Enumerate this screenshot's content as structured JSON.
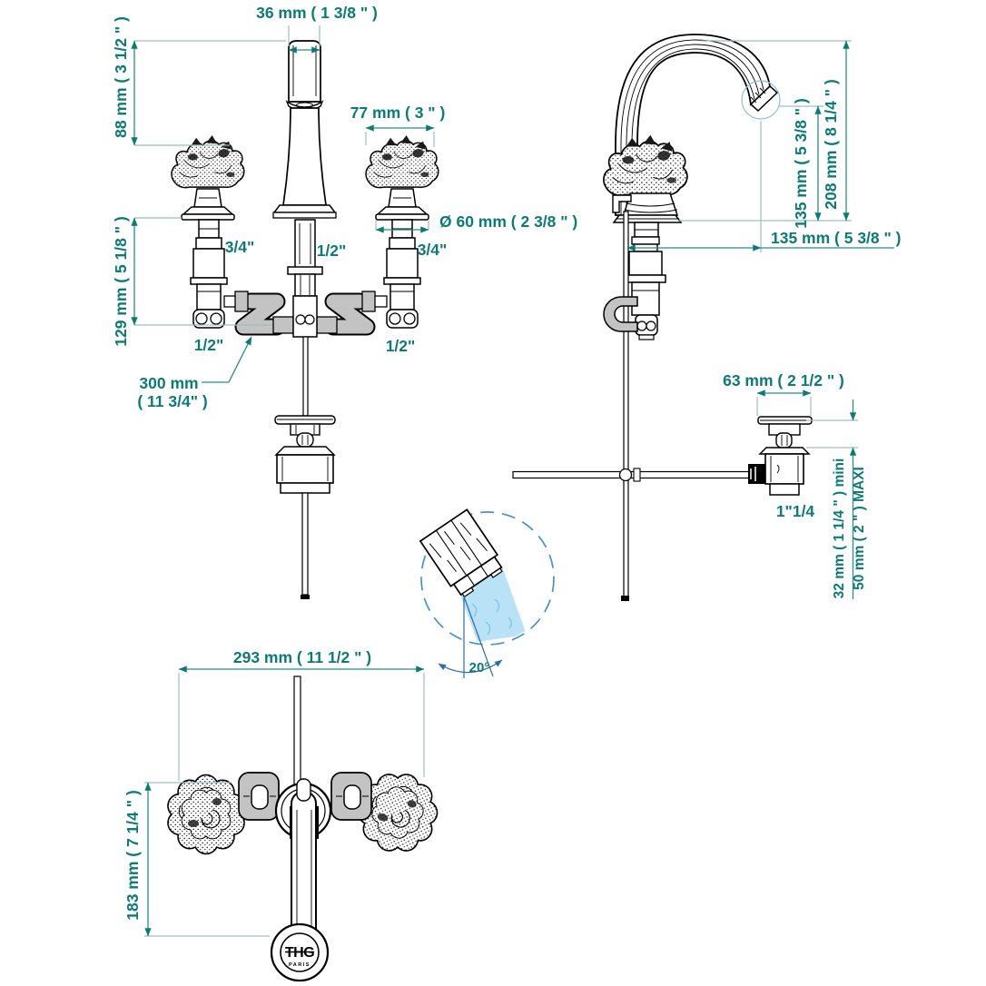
{
  "colors": {
    "dimension_text": "#0D7B75",
    "dimension_line": "#2E8C86",
    "extension_line": "#9DBFBD",
    "drawing_line": "#000000",
    "fitting_gray": "#C3C3C3",
    "water_fill": "#B9E2F6",
    "water_line": "#7FC4EA",
    "detail_circle_blue": "#4A90C8"
  },
  "front_view": {
    "dim_spout_width": "36 mm ( 1 3/8 \" )",
    "dim_spout_height": "88 mm ( 3 1/2 \" )",
    "dim_handle_width": "77 mm ( 3 \" )",
    "dim_escutcheon_diameter": "Ø 60 mm ( 2 3/8 \" )",
    "dim_underbody_height": "129 mm ( 5 1/8 \" )",
    "hose_length_line1": "300 mm",
    "hose_length_line2": "( 11 3/4\" )",
    "connection_left": "3/4\"",
    "connection_center": "1/2\"",
    "connection_right": "3/4\"",
    "hose_connection_left": "1/2\"",
    "hose_connection_right": "1/2\""
  },
  "side_view": {
    "dim_overall_height": "208 mm ( 8 1/4 \" )",
    "dim_spout_outlet_height": "135 mm ( 5 3/8 \" )",
    "dim_spout_reach": "135 mm ( 5 3/8 \" )"
  },
  "drain_view": {
    "dim_flange_diameter": "63 mm ( 2 1/2 \" )",
    "connection_size": "1\"1/4",
    "dim_deck_thickness_min": "32 mm ( 1 1/4 \" )  mini",
    "dim_deck_thickness_max": "50 mm ( 2 \" ) MAXI"
  },
  "spray_detail": {
    "spray_angle": "20°"
  },
  "top_view": {
    "dim_overall_width": "293 mm ( 11 1/2 \" )",
    "dim_overall_depth": "183 mm ( 7 1/4 \" )"
  },
  "logo": {
    "brand": "THG",
    "city": "PARIS"
  }
}
